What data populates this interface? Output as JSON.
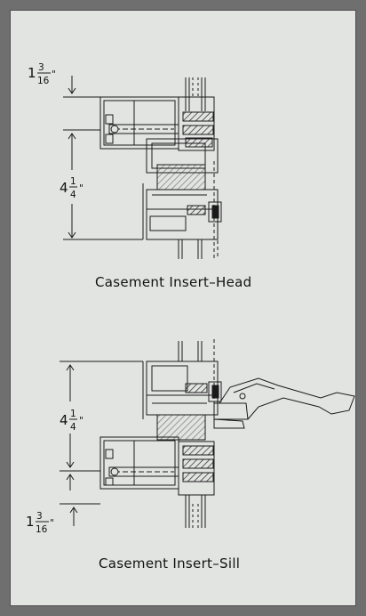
{
  "colors": {
    "outer_border": "#6f6f6f",
    "sheet_background": "#e2e4e2",
    "line": "#1a1a1a",
    "hatch": "#3a3a3a"
  },
  "head_detail": {
    "caption": "Casement Insert–Head",
    "top_dimension": {
      "whole": "1",
      "numerator": "3",
      "denominator": "16",
      "mark": "\""
    },
    "height_dimension": {
      "whole": "4",
      "numerator": "1",
      "denominator": "4",
      "mark": "\""
    }
  },
  "sill_detail": {
    "caption": "Casement Insert–Sill",
    "height_dimension": {
      "whole": "4",
      "numerator": "1",
      "denominator": "4",
      "mark": "\""
    },
    "bottom_dimension": {
      "whole": "1",
      "numerator": "3",
      "denominator": "16",
      "mark": "\""
    }
  }
}
